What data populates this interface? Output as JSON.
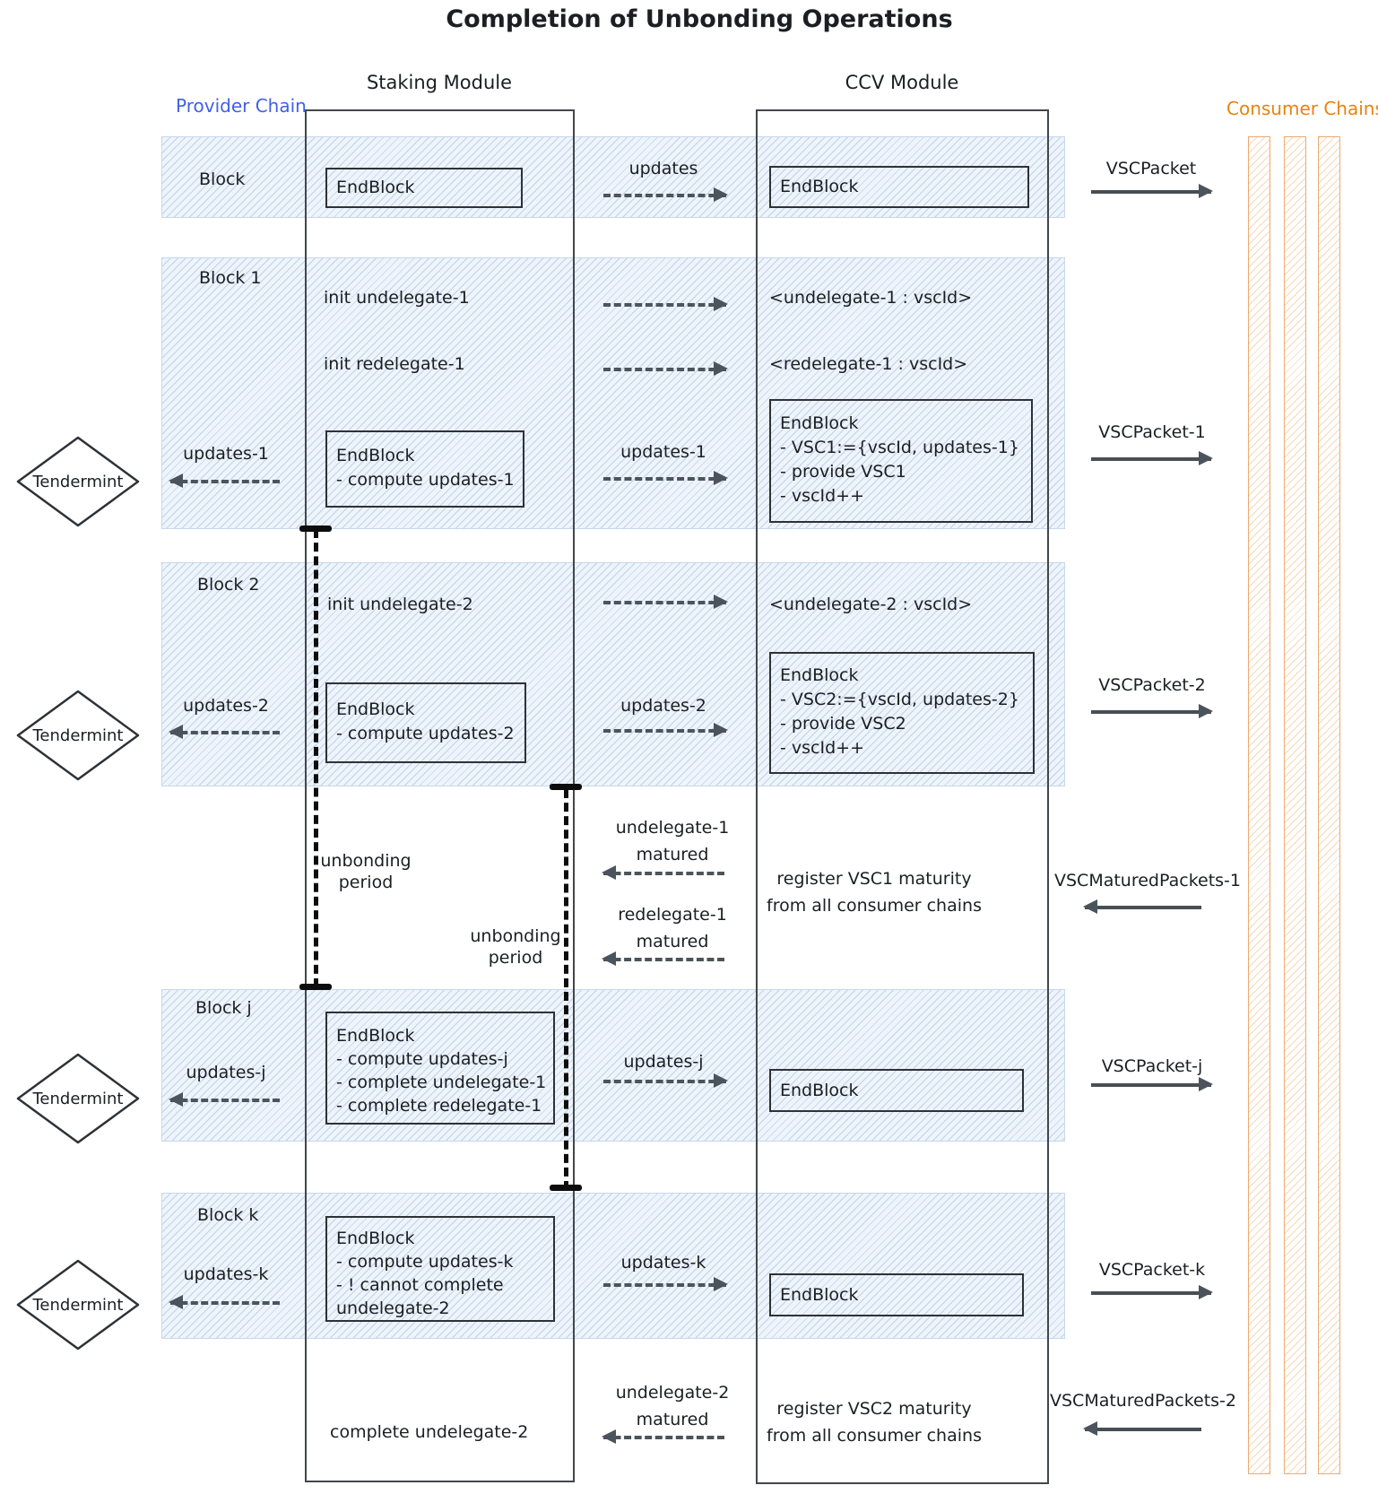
{
  "title": "Completion of Unbonding Operations",
  "headers": {
    "staking": "Staking Module",
    "ccv": "CCV Module",
    "provider": "Provider Chain",
    "consumer": "Consumer Chains"
  },
  "tendermint_label": "Tendermint",
  "colors": {
    "provider_blue": "#4161e8",
    "consumer_orange": "#e8830f",
    "band_blue": "#eef4fb",
    "arrow_gray": "#4b545c",
    "ink": "#1b1f23"
  },
  "block0": {
    "label": "Block",
    "staking_box": [
      "EndBlock"
    ],
    "mid": "updates",
    "ccv_box": [
      "EndBlock"
    ],
    "packet": "VSCPacket"
  },
  "block1": {
    "label": "Block 1",
    "init_undelegate": "init undelegate-1",
    "map_undelegate": "<undelegate-1 : vscId>",
    "init_redelegate": "init redelegate-1",
    "map_redelegate": "<redelegate-1 : vscId>",
    "left": "updates-1",
    "staking_box": [
      "EndBlock",
      "- compute updates-1"
    ],
    "mid": "updates-1",
    "ccv_box": [
      "EndBlock",
      "- VSC1:={vscId, updates-1}",
      "- provide VSC1",
      "- vscId++"
    ],
    "packet": "VSCPacket-1"
  },
  "block2": {
    "label": "Block 2",
    "init_undelegate": "init undelegate-2",
    "map_undelegate": "<undelegate-2 : vscId>",
    "left": "updates-2",
    "staking_box": [
      "EndBlock",
      "- compute updates-2"
    ],
    "mid": "updates-2",
    "ccv_box": [
      "EndBlock",
      "- VSC2:={vscId, updates-2}",
      "- provide VSC2",
      "- vscId++"
    ],
    "packet": "VSCPacket-2"
  },
  "interim1": {
    "unbonding": [
      "unbonding",
      "period"
    ],
    "matured_undelegate": [
      "undelegate-1",
      "matured"
    ],
    "matured_redelegate": [
      "redelegate-1",
      "matured"
    ],
    "register": [
      "register VSC1 maturity",
      "from all consumer chains"
    ],
    "packet": "VSCMaturedPackets-1"
  },
  "blockj": {
    "label": "Block j",
    "left": "updates-j",
    "staking_box": [
      "EndBlock",
      "- compute updates-j",
      "- complete undelegate-1",
      "- complete redelegate-1"
    ],
    "mid": "updates-j",
    "ccv_box": [
      "EndBlock"
    ],
    "packet": "VSCPacket-j"
  },
  "blockk": {
    "label": "Block k",
    "left": "updates-k",
    "staking_box": [
      "EndBlock",
      "- compute updates-k",
      "- ! cannot complete",
      "undelegate-2"
    ],
    "mid": "updates-k",
    "ccv_box": [
      "EndBlock"
    ],
    "packet": "VSCPacket-k"
  },
  "interim2": {
    "complete": "complete undelegate-2",
    "matured_undelegate": [
      "undelegate-2",
      "matured"
    ],
    "register": [
      "register VSC2 maturity",
      "from all consumer chains"
    ],
    "packet": "VSCMaturedPackets-2"
  }
}
